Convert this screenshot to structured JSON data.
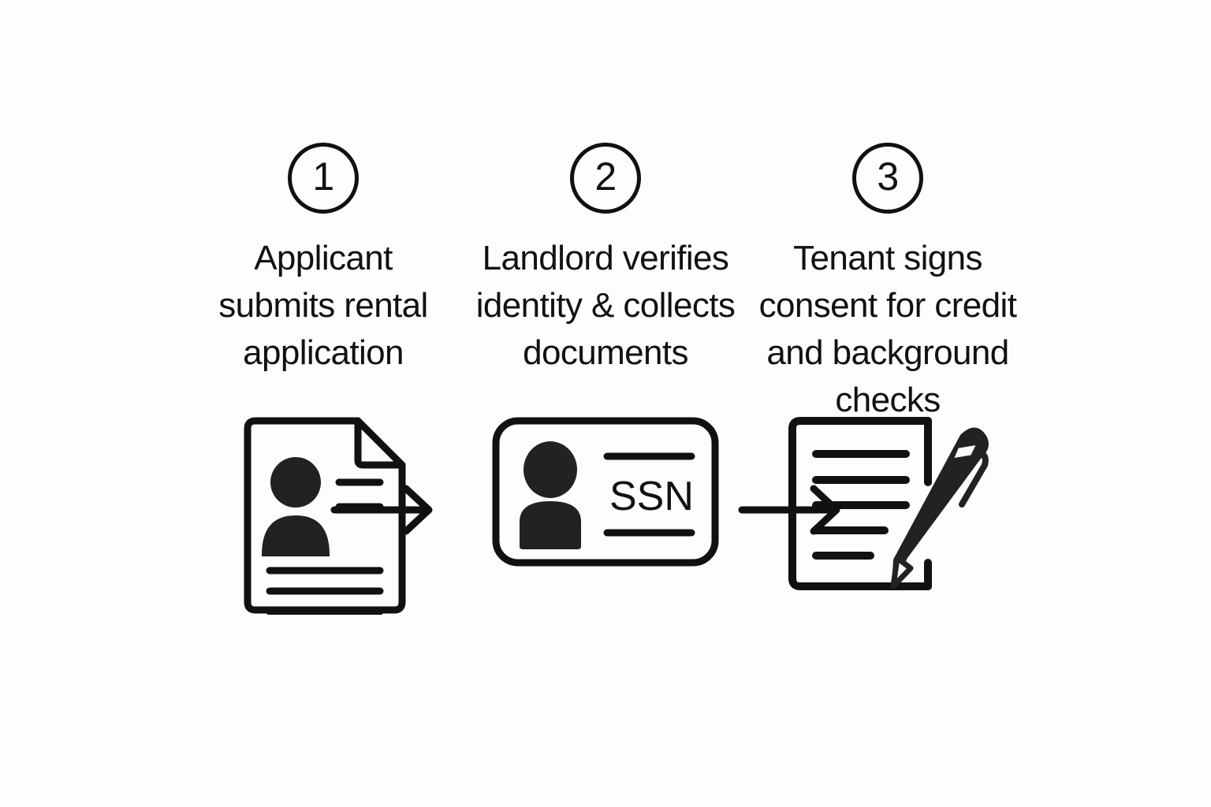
{
  "diagram": {
    "title_present": false,
    "background_color": "#fdfdfd",
    "stroke_color": "#111111",
    "fill_color": "#222222",
    "steps": [
      {
        "number": "1",
        "label": "Applicant\nsubmits rental\napplication",
        "icon": "document-with-person-icon",
        "icon_text": ""
      },
      {
        "number": "2",
        "label": "Landlord verifies\nidentity & collects\ndocuments",
        "icon": "id-card-icon",
        "icon_text": "SSN"
      },
      {
        "number": "3",
        "label": "Tenant signs\nconsent for credit\nand background\nchecks",
        "icon": "document-with-pen-icon",
        "icon_text": ""
      }
    ],
    "connectors": [
      {
        "name": "arrow-step1-to-step2",
        "icon": "arrow-right-icon"
      },
      {
        "name": "arrow-step2-to-step3",
        "icon": "arrow-right-icon"
      }
    ]
  }
}
